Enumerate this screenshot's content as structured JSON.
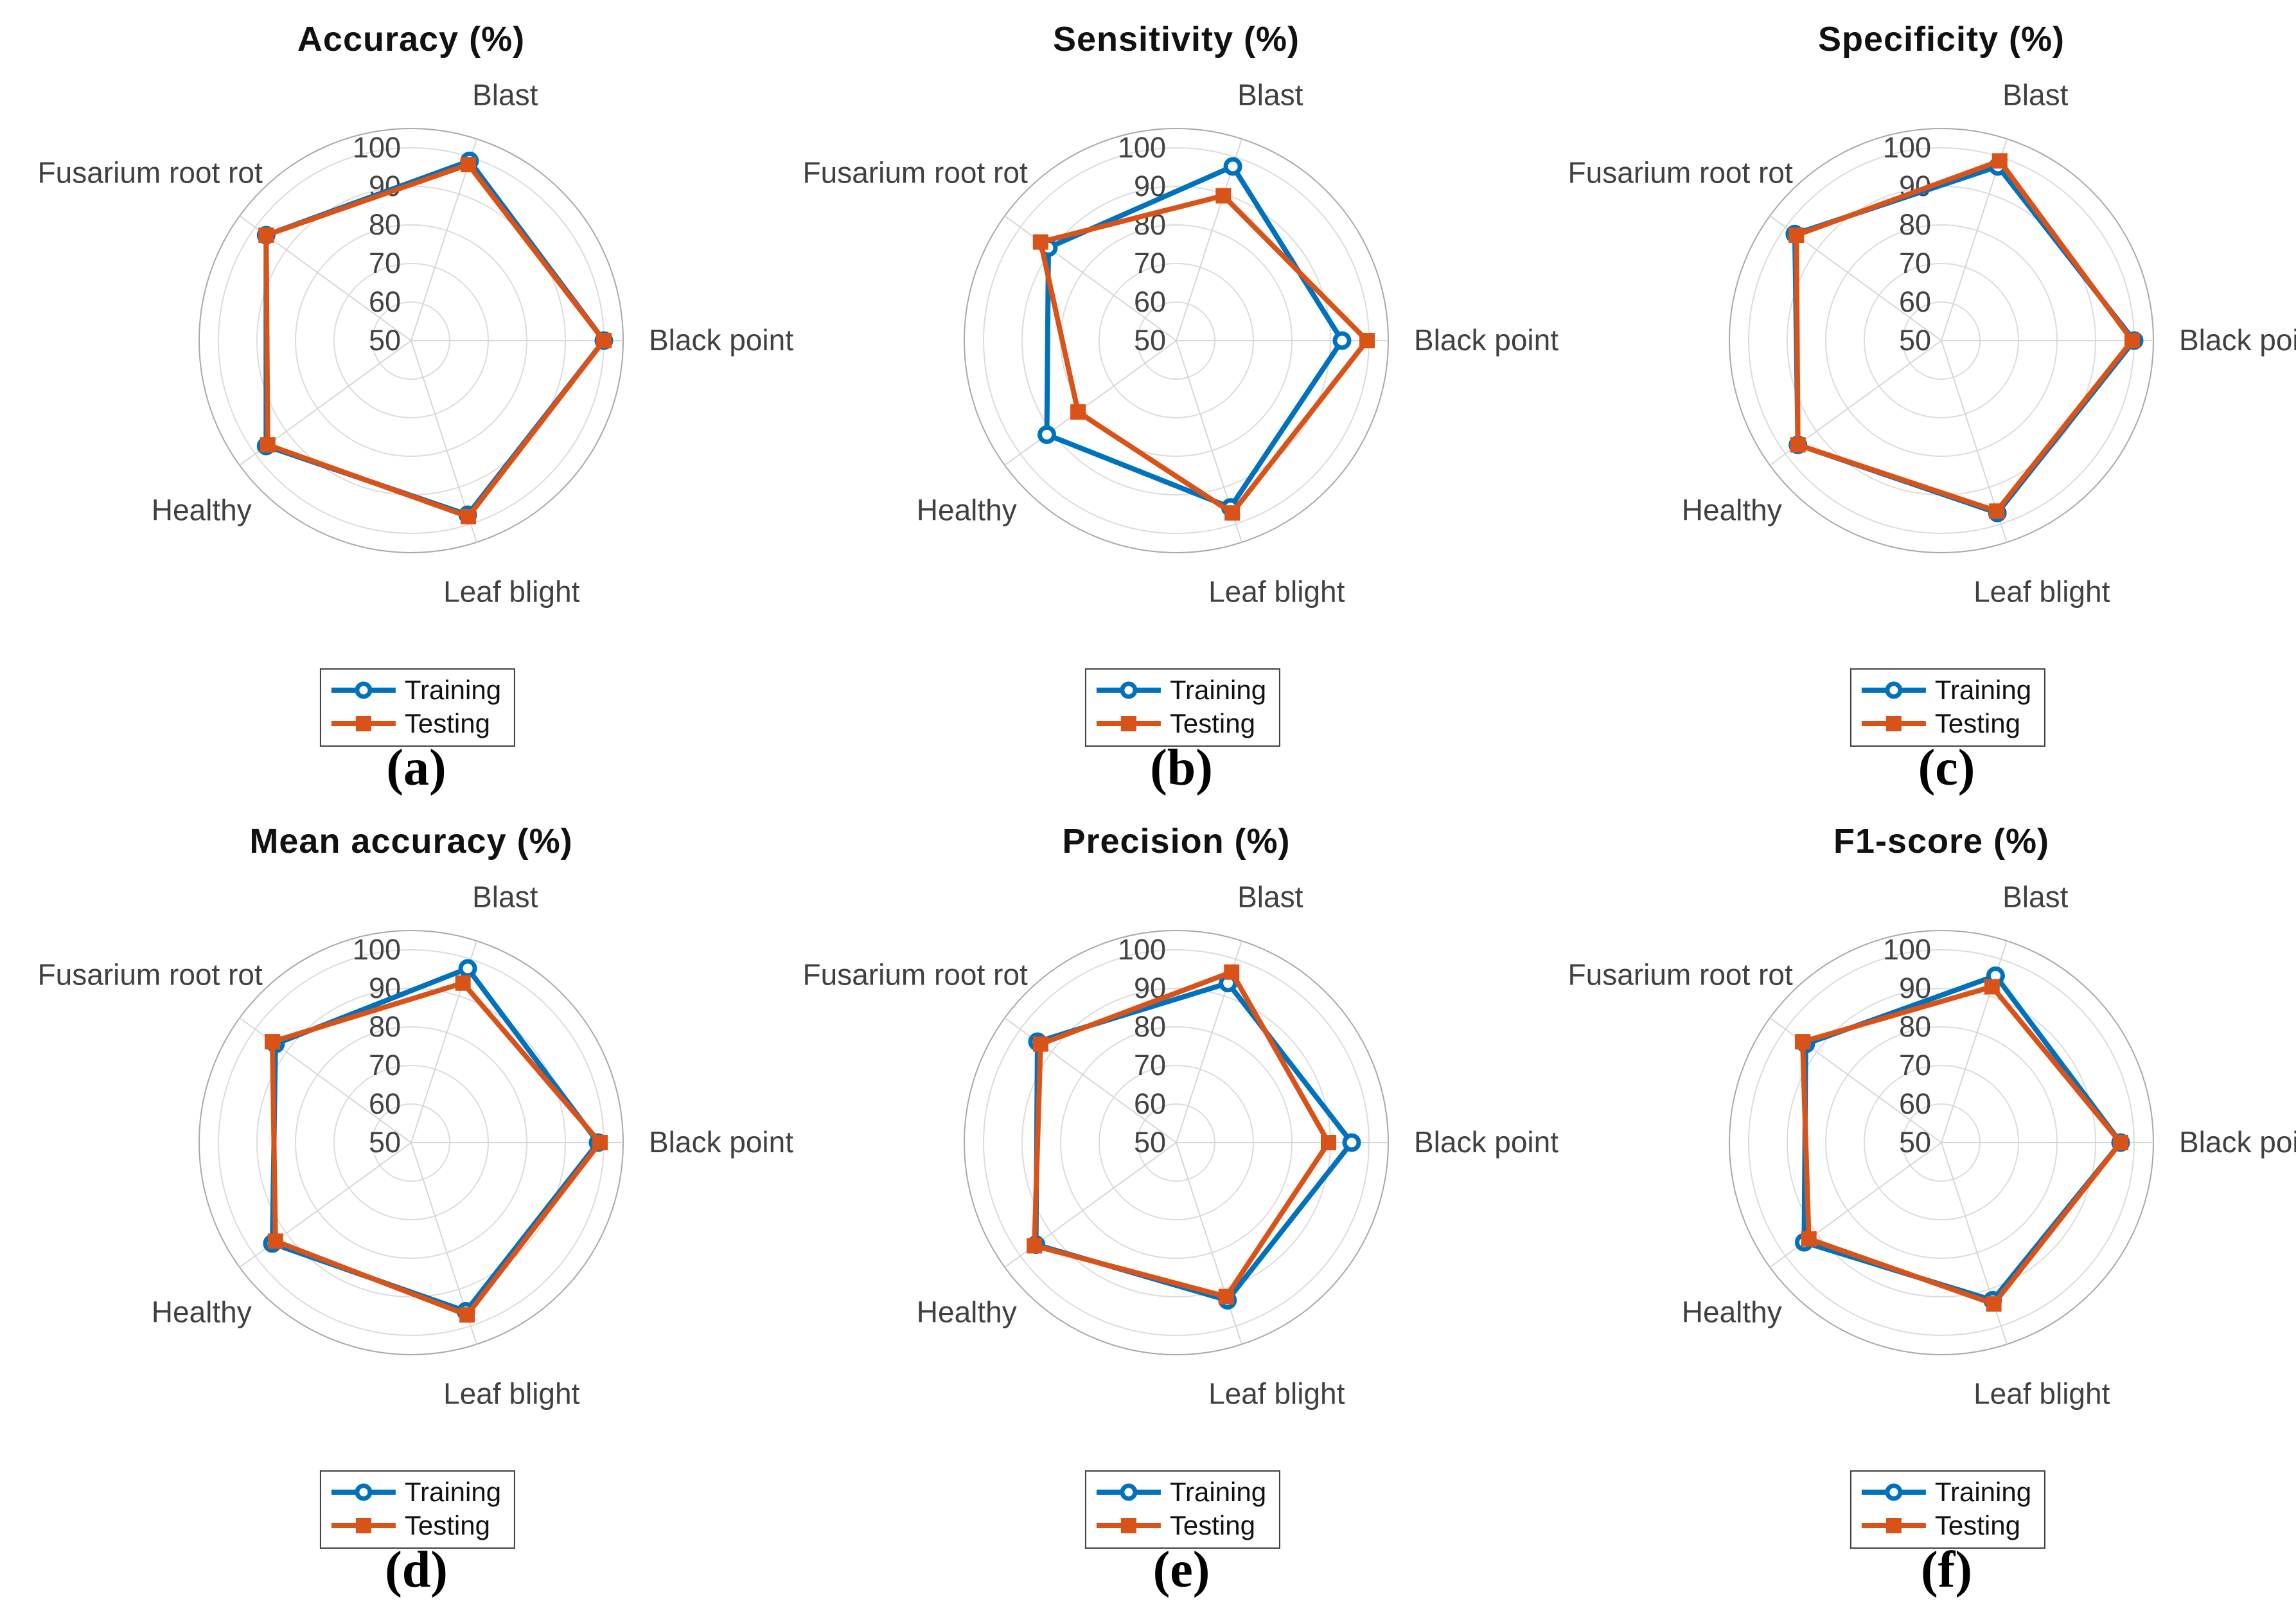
{
  "figure": {
    "background": "#ffffff",
    "rows": 2,
    "cols": 3,
    "description": "Six radar (spider) charts comparing Training vs Testing metrics for five wheat disease classes"
  },
  "style": {
    "training_color": "#0072BD",
    "testing_color": "#D95319",
    "grid_color": "#dcdcdc",
    "rim_color": "#a9a9a9",
    "spoke_color": "#d7d7d7",
    "title_color": "#111111",
    "category_label_color": "#404040",
    "tick_label_color": "#424242"
  },
  "legend": {
    "items": [
      {
        "label": "Training",
        "marker": "circle-icon"
      },
      {
        "label": "Testing",
        "marker": "square-icon"
      }
    ]
  },
  "chart_data": [
    {
      "panel": "(a)",
      "title": "Accuracy (%)",
      "type": "radar",
      "categories": [
        "Blast",
        "Black point",
        "Leaf blight",
        "Healthy",
        "Fusarium root rot"
      ],
      "angles_deg": [
        72,
        0,
        288,
        216,
        144
      ],
      "r_ticks": [
        50,
        60,
        70,
        80,
        90,
        100
      ],
      "r_range": [
        50,
        105
      ],
      "grid": true,
      "legend_position": "below",
      "series": [
        {
          "name": "Training",
          "values": [
            99,
            100,
            97.5,
            96.5,
            96.5
          ]
        },
        {
          "name": "Testing",
          "values": [
            98,
            100,
            98,
            96,
            96.5
          ]
        }
      ]
    },
    {
      "panel": "(b)",
      "title": "Sensitivity (%)",
      "type": "radar",
      "categories": [
        "Blast",
        "Black point",
        "Leaf blight",
        "Healthy",
        "Fusarium root rot"
      ],
      "angles_deg": [
        72,
        0,
        288,
        216,
        144
      ],
      "r_ticks": [
        50,
        60,
        70,
        80,
        90,
        100
      ],
      "r_range": [
        50,
        105
      ],
      "grid": true,
      "legend_position": "below",
      "series": [
        {
          "name": "Training",
          "values": [
            97.5,
            93,
            95.5,
            91.5,
            91
          ]
        },
        {
          "name": "Testing",
          "values": [
            89.5,
            99.5,
            97,
            81.5,
            93.5
          ]
        }
      ]
    },
    {
      "panel": "(c)",
      "title": "Specificity (%)",
      "type": "radar",
      "categories": [
        "Blast",
        "Black point",
        "Leaf blight",
        "Healthy",
        "Fusarium root rot"
      ],
      "angles_deg": [
        72,
        0,
        288,
        216,
        144
      ],
      "r_ticks": [
        50,
        60,
        70,
        80,
        90,
        100
      ],
      "r_range": [
        50,
        105
      ],
      "grid": true,
      "legend_position": "below",
      "series": [
        {
          "name": "Training",
          "values": [
            97.5,
            100,
            97,
            96,
            97
          ]
        },
        {
          "name": "Testing",
          "values": [
            99,
            99.5,
            96.5,
            96,
            96.5
          ]
        }
      ]
    },
    {
      "panel": "(d)",
      "title": "Mean accuracy (%)",
      "type": "radar",
      "categories": [
        "Blast",
        "Black point",
        "Leaf blight",
        "Healthy",
        "Fusarium root rot"
      ],
      "angles_deg": [
        72,
        0,
        288,
        216,
        144
      ],
      "r_ticks": [
        50,
        60,
        70,
        80,
        90,
        100
      ],
      "r_range": [
        50,
        105
      ],
      "grid": true,
      "legend_position": "below",
      "series": [
        {
          "name": "Training",
          "values": [
            97.5,
            98.5,
            96,
            94.5,
            93.5
          ]
        },
        {
          "name": "Testing",
          "values": [
            93.5,
            99,
            97,
            93.5,
            94.5
          ]
        }
      ]
    },
    {
      "panel": "(e)",
      "title": "Precision (%)",
      "type": "radar",
      "categories": [
        "Blast",
        "Black point",
        "Leaf blight",
        "Healthy",
        "Fusarium root rot"
      ],
      "angles_deg": [
        72,
        0,
        288,
        216,
        144
      ],
      "r_ticks": [
        50,
        60,
        70,
        80,
        90,
        100
      ],
      "r_range": [
        50,
        105
      ],
      "grid": true,
      "legend_position": "below",
      "series": [
        {
          "name": "Training",
          "values": [
            93.5,
            95.5,
            93,
            95,
            94.5
          ]
        },
        {
          "name": "Testing",
          "values": [
            96.5,
            89.5,
            92,
            95.5,
            93.5
          ]
        }
      ]
    },
    {
      "panel": "(f)",
      "title": "F1-score (%)",
      "type": "radar",
      "categories": [
        "Blast",
        "Black point",
        "Leaf blight",
        "Healthy",
        "Fusarium root rot"
      ],
      "angles_deg": [
        72,
        0,
        288,
        216,
        144
      ],
      "r_ticks": [
        50,
        60,
        70,
        80,
        90,
        100
      ],
      "r_range": [
        50,
        105
      ],
      "grid": true,
      "legend_position": "below",
      "series": [
        {
          "name": "Training",
          "values": [
            95.5,
            96.5,
            93,
            94,
            93.5
          ]
        },
        {
          "name": "Testing",
          "values": [
            92.5,
            96.5,
            94,
            92.5,
            94.5
          ]
        }
      ]
    }
  ]
}
